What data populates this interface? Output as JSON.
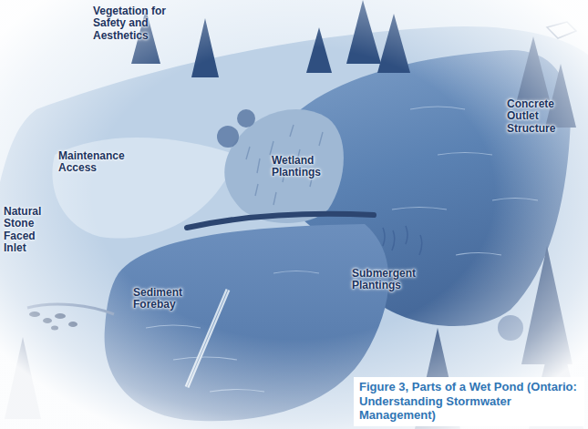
{
  "diagram": {
    "caption": "Figure 3, Parts of a Wet Pond (Ontario: Understanding Stormwater Management)",
    "labels": [
      "Vegetation for Safety and Aesthetics",
      "Concrete Outlet Structure",
      "Maintenance Access",
      "Wetland Plantings",
      "Natural Stone Faced Inlet",
      "Sediment Forebay",
      "Submergent Plantings"
    ]
  }
}
